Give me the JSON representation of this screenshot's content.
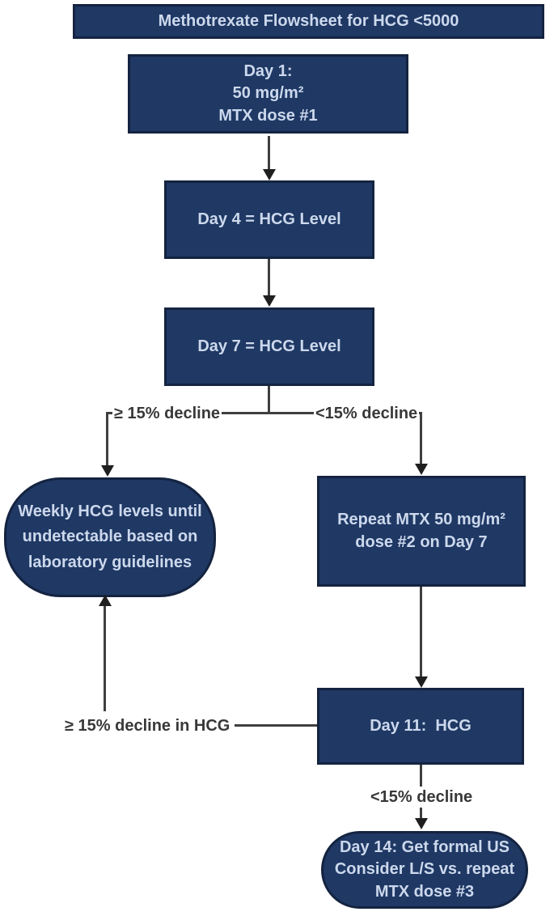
{
  "title": "Methotrexate Flowsheet for HCG <5000",
  "flowchart": {
    "nodes": {
      "day1": "Day 1:\n50 mg/m²\nMTX dose #1",
      "day4": "Day 4 = HCG Level",
      "day7": "Day 7 = HCG Level",
      "weekly_hcg": "Weekly HCG levels until\nundetectable based on\nlaboratory guidelines",
      "repeat_mtx": "Repeat MTX 50 mg/m²\ndose #2 on Day 7",
      "day11": "Day 11:  HCG",
      "day14": "Day 14: Get formal US\nConsider L/S vs. repeat\nMTX dose #3"
    },
    "edge_labels": {
      "day7_left": "≥ 15% decline",
      "day7_right": "<15% decline",
      "day11_left": "≥ 15% decline in HCG",
      "day11_down": "<15% decline"
    }
  },
  "colors": {
    "node_fill": "#1f3864",
    "node_border": "#142340",
    "node_text": "#ccd8ec",
    "connector": "#3f3f3f",
    "edge_label_text": "#383838",
    "background": "#ffffff"
  }
}
